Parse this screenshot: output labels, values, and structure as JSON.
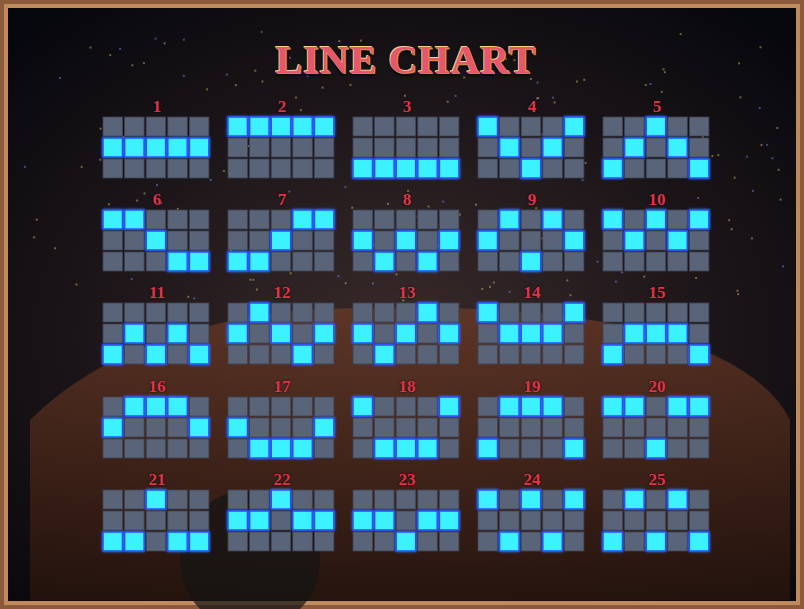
{
  "diagram": {
    "title": "LINE CHART",
    "labels": [
      "1",
      "2",
      "3",
      "4",
      "5",
      "6",
      "7",
      "8",
      "9",
      "10",
      "11",
      "12",
      "13",
      "14",
      "15",
      "16",
      "17",
      "18",
      "19",
      "20",
      "21",
      "22",
      "23",
      "24",
      "25"
    ]
  }
}
